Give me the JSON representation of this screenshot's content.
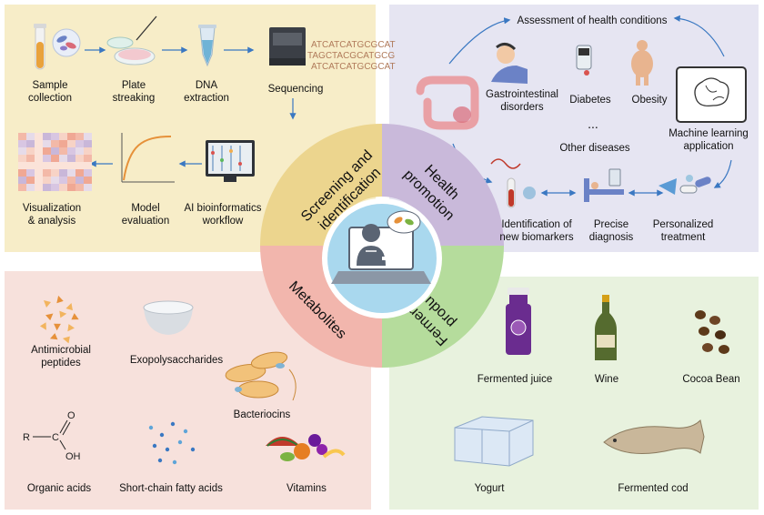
{
  "quadrants": {
    "screening": {
      "title": "Screening and identification",
      "title_lines": [
        "Screening and",
        "identification"
      ],
      "color": "#f7edc8",
      "accent": "#ecd58e",
      "steps": {
        "sample": [
          "Sample",
          "collection"
        ],
        "plate": [
          "Plate",
          "streaking"
        ],
        "dna": [
          "DNA",
          "extraction"
        ],
        "seq": "Sequencing",
        "ai": [
          "AI bioinformatics",
          "workflow"
        ],
        "model": [
          "Model",
          "evaluation"
        ],
        "viz": [
          "Visualization",
          "& analysis"
        ]
      },
      "seq_letters": [
        "ATCATCATGCGCAT",
        "TAGCTACGCATGCG",
        "ATCATCATGCGCAT"
      ]
    },
    "health": {
      "title": "Health promotion",
      "title_lines": [
        "Health",
        "promotion"
      ],
      "color": "#e6e5f2",
      "accent": "#c9b9da",
      "assessment": "Assessment of health conditions",
      "conditions": {
        "gi": [
          "Gastrointestinal",
          "disorders"
        ],
        "diabetes": "Diabetes",
        "obesity": "Obesity",
        "ellipsis": "...",
        "other": "Other diseases"
      },
      "ml": [
        "Machine learning",
        "application"
      ],
      "biomarkers": [
        "Identification of",
        "new biomarkers"
      ],
      "diagnosis": [
        "Precise",
        "diagnosis"
      ],
      "treatment": [
        "Personalized",
        "treatment"
      ]
    },
    "metabolites": {
      "title": "Metabolites",
      "color": "#f7e1dc",
      "accent": "#f2b6ad",
      "items": {
        "amp": [
          "Antimicrobial",
          "peptides"
        ],
        "eps": "Exopolysaccharides",
        "bacteriocins": "Bacteriocins",
        "organic": "Organic acids",
        "scfa": "Short-chain fatty acids",
        "vitamins": "Vitamins"
      },
      "formula": {
        "r": "R",
        "c": "C",
        "o": "O",
        "oh": "OH"
      }
    },
    "fermented": {
      "title": "Fermented products",
      "title_lines": [
        "Fermented",
        "products"
      ],
      "color": "#e8f2de",
      "accent": "#b5dc9c",
      "items": {
        "juice": "Fermented juice",
        "wine": "Wine",
        "cocoa": "Cocoa Bean",
        "yogurt": "Yogurt",
        "cod": "Fermented cod"
      }
    }
  },
  "colors": {
    "arrow": "#3a78c2",
    "center": "#a9d8ee",
    "ring": "#ffffff"
  }
}
